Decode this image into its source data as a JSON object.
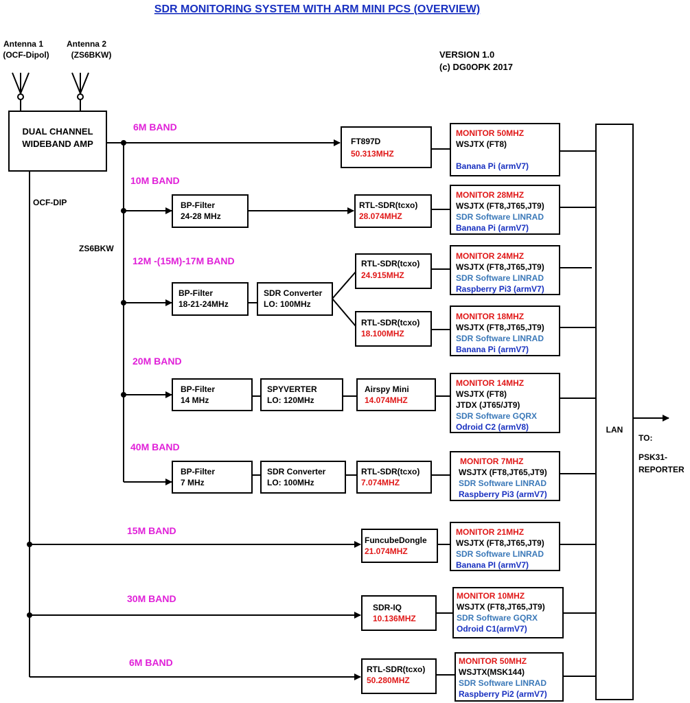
{
  "title": "SDR MONITORING SYSTEM WITH ARM MINI PCS (OVERVIEW)",
  "version": {
    "line1": "VERSION 1.0",
    "line2": "(c) DG0OPK 2017"
  },
  "antennas": [
    {
      "line1": "Antenna 1",
      "line2": "(OCF-Dipol)"
    },
    {
      "line1": "Antenna 2",
      "line2": "(ZS6BKW)"
    }
  ],
  "amp": {
    "line1": "DUAL CHANNEL",
    "line2": "WIDEBAND AMP"
  },
  "feeds": {
    "ocf": "OCF-DIP",
    "zs6": "ZS6BKW"
  },
  "bands": [
    "6M BAND",
    "10M BAND",
    "12M -(15M)-17M BAND",
    "20M BAND",
    "40M BAND",
    "15M BAND",
    "30M BAND",
    "6M BAND"
  ],
  "filters": [
    {
      "line1": "BP-Filter",
      "line2": "24-28 MHz"
    },
    {
      "line1": "BP-Filter",
      "line2": "18-21-24MHz"
    },
    {
      "line1": "BP-Filter",
      "line2": "14 MHz"
    },
    {
      "line1": "BP-Filter",
      "line2": "7 MHz"
    }
  ],
  "converters": [
    {
      "line1": "SDR Converter",
      "line2": "LO: 100MHz"
    },
    {
      "line1": "SPYVERTER",
      "line2": "LO: 120MHz"
    },
    {
      "line1": "SDR Converter",
      "line2": "LO: 100MHz"
    }
  ],
  "receivers": [
    {
      "name": "FT897D",
      "freq": "50.313MHZ"
    },
    {
      "name": "RTL-SDR(tcxo)",
      "freq": "28.074MHZ"
    },
    {
      "name": "RTL-SDR(tcxo)",
      "freq": "24.915MHZ"
    },
    {
      "name": "RTL-SDR(tcxo)",
      "freq": "18.100MHZ"
    },
    {
      "name": "Airspy Mini",
      "freq": "14.074MHZ"
    },
    {
      "name": "RTL-SDR(tcxo)",
      "freq": "7.074MHZ"
    },
    {
      "name": "FuncubeDongle",
      "freq": "21.074MHZ"
    },
    {
      "name": "SDR-IQ",
      "freq": "10.136MHZ"
    },
    {
      "name": "RTL-SDR(tcxo)",
      "freq": "50.280MHZ"
    }
  ],
  "monitors": [
    {
      "title": "MONITOR 50MHZ",
      "sw1": "WSJTX (FT8)",
      "sw2": "",
      "sdr": "",
      "board": "Banana Pi (armV7)"
    },
    {
      "title": "MONITOR 28MHZ",
      "sw1": "WSJTX (FT8,JT65,JT9)",
      "sw2": "",
      "sdr": "SDR Software LINRAD",
      "board": "Banana Pi (armV7)"
    },
    {
      "title": "MONITOR 24MHZ",
      "sw1": "WSJTX (FT8,JT65,JT9)",
      "sw2": "",
      "sdr": "SDR Software LINRAD",
      "board": "Raspberry Pi3 (armV7)"
    },
    {
      "title": "MONITOR 18MHZ",
      "sw1": "WSJTX (FT8,JT65,JT9)",
      "sw2": "",
      "sdr": "SDR Software LINRAD",
      "board": "Banana Pi (armV7)"
    },
    {
      "title": "MONITOR 14MHZ",
      "sw1": "WSJTX (FT8)",
      "sw2": "JTDX (JT65/JT9)",
      "sdr": "SDR Software GQRX",
      "board": "Odroid C2 (armV8)"
    },
    {
      "title": "MONITOR 7MHZ",
      "sw1": "WSJTX (FT8,JT65,JT9)",
      "sw2": "",
      "sdr": "SDR Software LINRAD",
      "board": "Raspberry Pi3 (armV7)"
    },
    {
      "title": "MONITOR 21MHZ",
      "sw1": "WSJTX (FT8,JT65,JT9)",
      "sw2": "",
      "sdr": "SDR Software LINRAD",
      "board": "Banana PI (armV7)"
    },
    {
      "title": "MONITOR 10MHZ",
      "sw1": "WSJTX (FT8,JT65,JT9)",
      "sw2": "",
      "sdr": "SDR Software GQRX",
      "board": "Odroid C1(armV7)"
    },
    {
      "title": "MONITOR 50MHZ",
      "sw1": "WSJTX(MSK144)",
      "sw2": "",
      "sdr": "SDR Software LINRAD",
      "board": "Raspberry Pi2 (armV7)"
    }
  ],
  "lan": "LAN",
  "output": {
    "to": "TO:",
    "line1": "PSK31-",
    "line2": "REPORTER"
  },
  "colors": {
    "title": "#1830c0",
    "band": "#e020d8",
    "freq": "#e01818",
    "sdr": "#3a78b8",
    "board": "#1830c0"
  }
}
